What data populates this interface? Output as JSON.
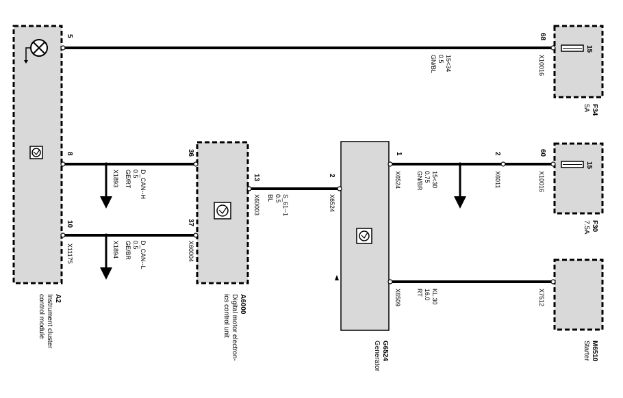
{
  "modules": {
    "a2": {
      "id": "A2",
      "name_line1": "Instrument cluster",
      "name_line2": "control module"
    },
    "a6000": {
      "id": "A6000",
      "name_line1": "Digital motor electron-",
      "name_line2": "ics control unit"
    },
    "g6524": {
      "id": "G6524",
      "name_line1": "Generator"
    },
    "f34": {
      "id": "F34",
      "rating": "5A",
      "pin": "15"
    },
    "f30": {
      "id": "F30",
      "rating": "7.5A",
      "pin": "15"
    },
    "m6510": {
      "id": "M6510",
      "name_line1": "Starter"
    }
  },
  "wires": {
    "w1": {
      "pin_left": "5",
      "pin_right": "68",
      "conn_right": "X10016",
      "signal": "15<34",
      "size": "0.5",
      "color": "GN/BL"
    },
    "w2": {
      "pin_left": "8",
      "pin_right": "36",
      "conn_left": "X1893",
      "signal": "D_CAN--H",
      "size": "0.5",
      "color": "GE/RT"
    },
    "w3": {
      "pin_left": "10",
      "pin_right": "37",
      "conn_left": "X11175",
      "conn_splice": "X1894",
      "conn_right": "X60004",
      "signal": "D_CAN--L",
      "size": "0.5",
      "color": "GE/BR"
    },
    "w4": {
      "pin_left": "13",
      "pin_right": "2",
      "conn_left": "X60003",
      "conn_right": "X6524",
      "signal": "S_61--1",
      "size": "0.5",
      "color": "BL"
    },
    "w5": {
      "pin_left": "1",
      "pin_mid": "2",
      "pin_right": "60",
      "conn_left": "X6524",
      "conn_mid": "X6011",
      "conn_right": "X10016",
      "signal": "15<30",
      "size": "0.75",
      "color": "GN/BR"
    },
    "w6": {
      "conn_left": "X6509",
      "conn_right": "X7512",
      "signal": "KL.30",
      "size": "16.0",
      "color": "RT"
    }
  }
}
